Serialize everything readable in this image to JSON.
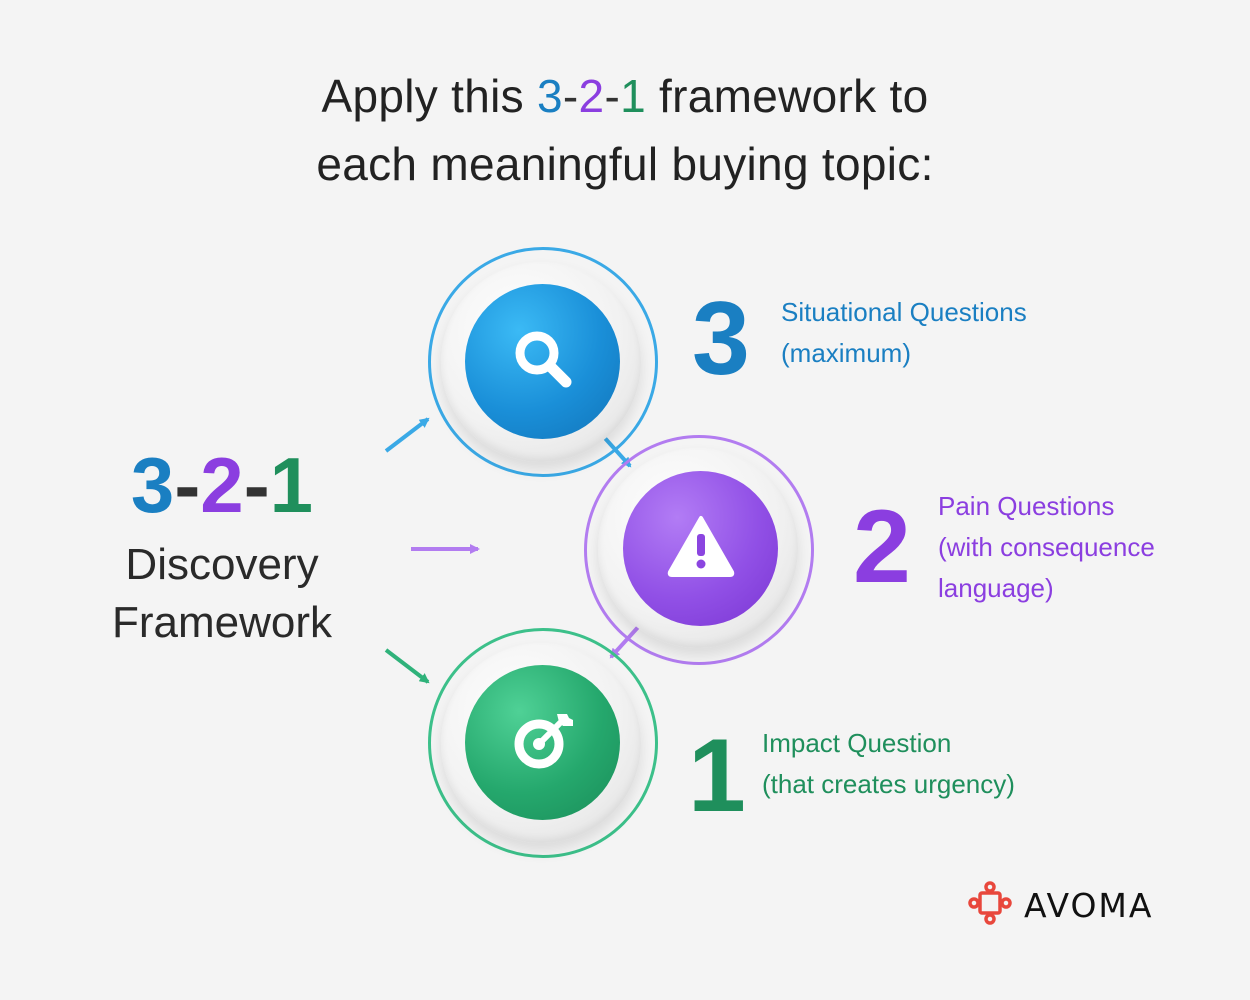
{
  "title": {
    "line1_prefix": "Apply this",
    "num3": "3",
    "dash1": "-",
    "num2": "2",
    "dash2": "-",
    "num1": "1",
    "line1_suffix": "framework to",
    "line2": "each meaningful buying topic:"
  },
  "left": {
    "num3": "3",
    "dash1": "-",
    "num2": "2",
    "dash2": "-",
    "num1": "1",
    "label_line1": "Discovery",
    "label_line2": "Framework"
  },
  "steps": [
    {
      "number": "3",
      "line1": "Situational Questions",
      "line2": "(maximum)",
      "line3": "",
      "icon": "search-icon",
      "color": "#1a7fc2"
    },
    {
      "number": "2",
      "line1": "Pain Questions",
      "line2": "(with consequence",
      "line3": "language)",
      "icon": "warning-icon",
      "color": "#8b3ee0"
    },
    {
      "number": "1",
      "line1": "Impact Question",
      "line2": "(that creates urgency)",
      "line3": "",
      "icon": "target-icon",
      "color": "#1f8f5c"
    }
  ],
  "brand": {
    "name": "AVOMA",
    "accent": "#e8473c"
  },
  "colors": {
    "blue": "#1a7fc2",
    "purple": "#8b3ee0",
    "green": "#1f8f5c",
    "background": "#f4f4f4"
  }
}
